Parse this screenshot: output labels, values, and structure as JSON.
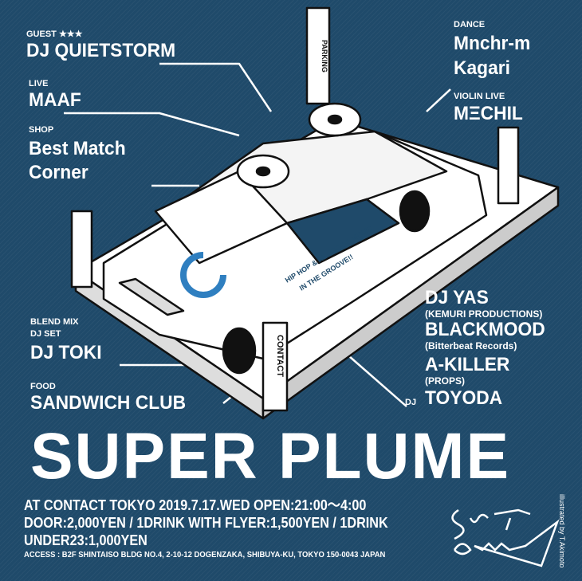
{
  "guest": {
    "label": "GUEST ★★★",
    "name": "DJ QUIETSTORM"
  },
  "live": {
    "label": "LIVE",
    "name": "MAAF"
  },
  "shop": {
    "label": "SHOP",
    "line1": "Best Match",
    "line2": "Corner"
  },
  "dance": {
    "label": "DANCE",
    "line1": "Mnchr-m",
    "line2": "Kagari"
  },
  "violin": {
    "label": "VIOLIN LIVE",
    "name": "MΞCHIL"
  },
  "blend": {
    "label1": "BLEND MIX",
    "label2": "DJ SET",
    "name": "DJ TOKI"
  },
  "food": {
    "label": "FOOD",
    "name": "SANDWICH CLUB"
  },
  "djs": [
    {
      "name": "DJ YAS",
      "sub": "(KEMURI PRODUCTIONS)"
    },
    {
      "name": "BLACKMOOD",
      "sub": "(Bitterbeat Records)"
    },
    {
      "name": "A-KILLER",
      "sub": "(PROPS)"
    },
    {
      "prefix": "DJ",
      "name": "TOYODA"
    }
  ],
  "car": {
    "door_text1": "HIP HOP & ALL GOOD MUSIC",
    "door_text2": "IN THE GROOVE!!",
    "pillar_text": "PARKING",
    "pillar_text2": "CONTACT"
  },
  "title": "SUPER PLUME",
  "info": {
    "line1": "AT CONTACT TOKYO  2019.7.17.WED OPEN:21:00～4:00",
    "line2": "DOOR:2,000YEN / 1DRINK  WITH FLYER:1,500YEN / 1DRINK",
    "line3": "UNDER23:1,000YEN",
    "access": "ACCESS : B2F SHINTAISO BLDG NO.4, 2-10-12 DOGENZAKA, SHIBUYA-KU, TOKYO 150-0043 JAPAN"
  },
  "signature": "Super Plume",
  "credit": "illustrated by T.Akimoto",
  "colors": {
    "background": "#1f4a6a",
    "accent": "#2f7fc0"
  }
}
